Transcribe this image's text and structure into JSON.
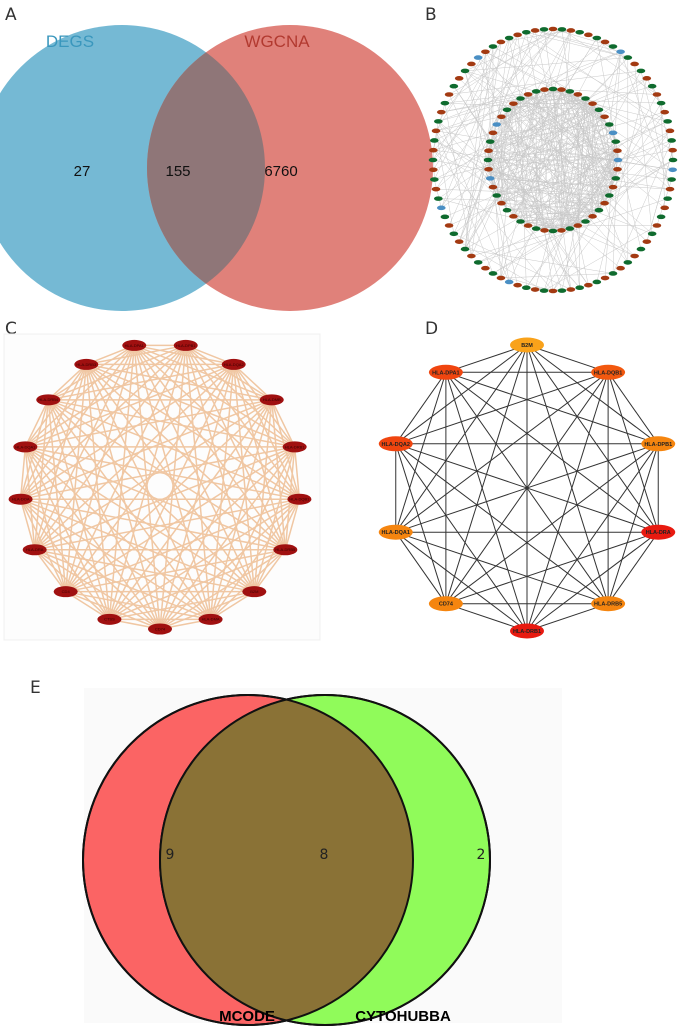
{
  "panels": {
    "a": {
      "label": "A",
      "left_set": "DEGS",
      "right_set": "WGCNA",
      "left_only": "27",
      "overlap": "155",
      "right_only": "6760",
      "colors": {
        "left": "#75b9d4",
        "right": "#e0817a",
        "overlap": "#8f7678",
        "left_title": "#3a97bd",
        "right_title": "#b23a30"
      }
    },
    "b": {
      "label": "B",
      "node_colors": {
        "green": "#0f6b2e",
        "brown": "#a33a12",
        "blue": "#4a8fc4"
      },
      "edge_color": "#c9c9c9"
    },
    "c": {
      "label": "C",
      "node_labels": [
        "HLA-DPA1",
        "HLA-DPB1",
        "HLA-DQA2",
        "HLA-DMB",
        "HLA-DRB1",
        "HLA-DQB1",
        "HLA-DRB5",
        "B2M",
        "HLA-DMA",
        "CD74",
        "CTSS",
        "CD4",
        "HLA-DRA",
        "HLA-DOA",
        "HLA-DQA1",
        "HLA-DRB4",
        "HLA-DRB3"
      ],
      "colors": {
        "node": "#a01010",
        "edge": "#f0c7a3"
      }
    },
    "d": {
      "label": "D",
      "nodes": [
        "B2M",
        "HLA-DQB1",
        "HLA-DPB1",
        "HLA-DRA",
        "HLA-DRB5",
        "HLA-DRB1",
        "CD74",
        "HLA-DQA1",
        "HLA-DQA2",
        "HLA-DPA1"
      ],
      "colors": {
        "edge": "#333333"
      }
    },
    "e": {
      "label": "E",
      "left_set": "MCODE",
      "right_set": "CYTOHUBBA",
      "left_only": "9",
      "overlap": "8",
      "right_only": "2",
      "colors": {
        "left": "#fb6464",
        "right": "#90fb5a",
        "overlap": "#8a7236"
      }
    }
  }
}
